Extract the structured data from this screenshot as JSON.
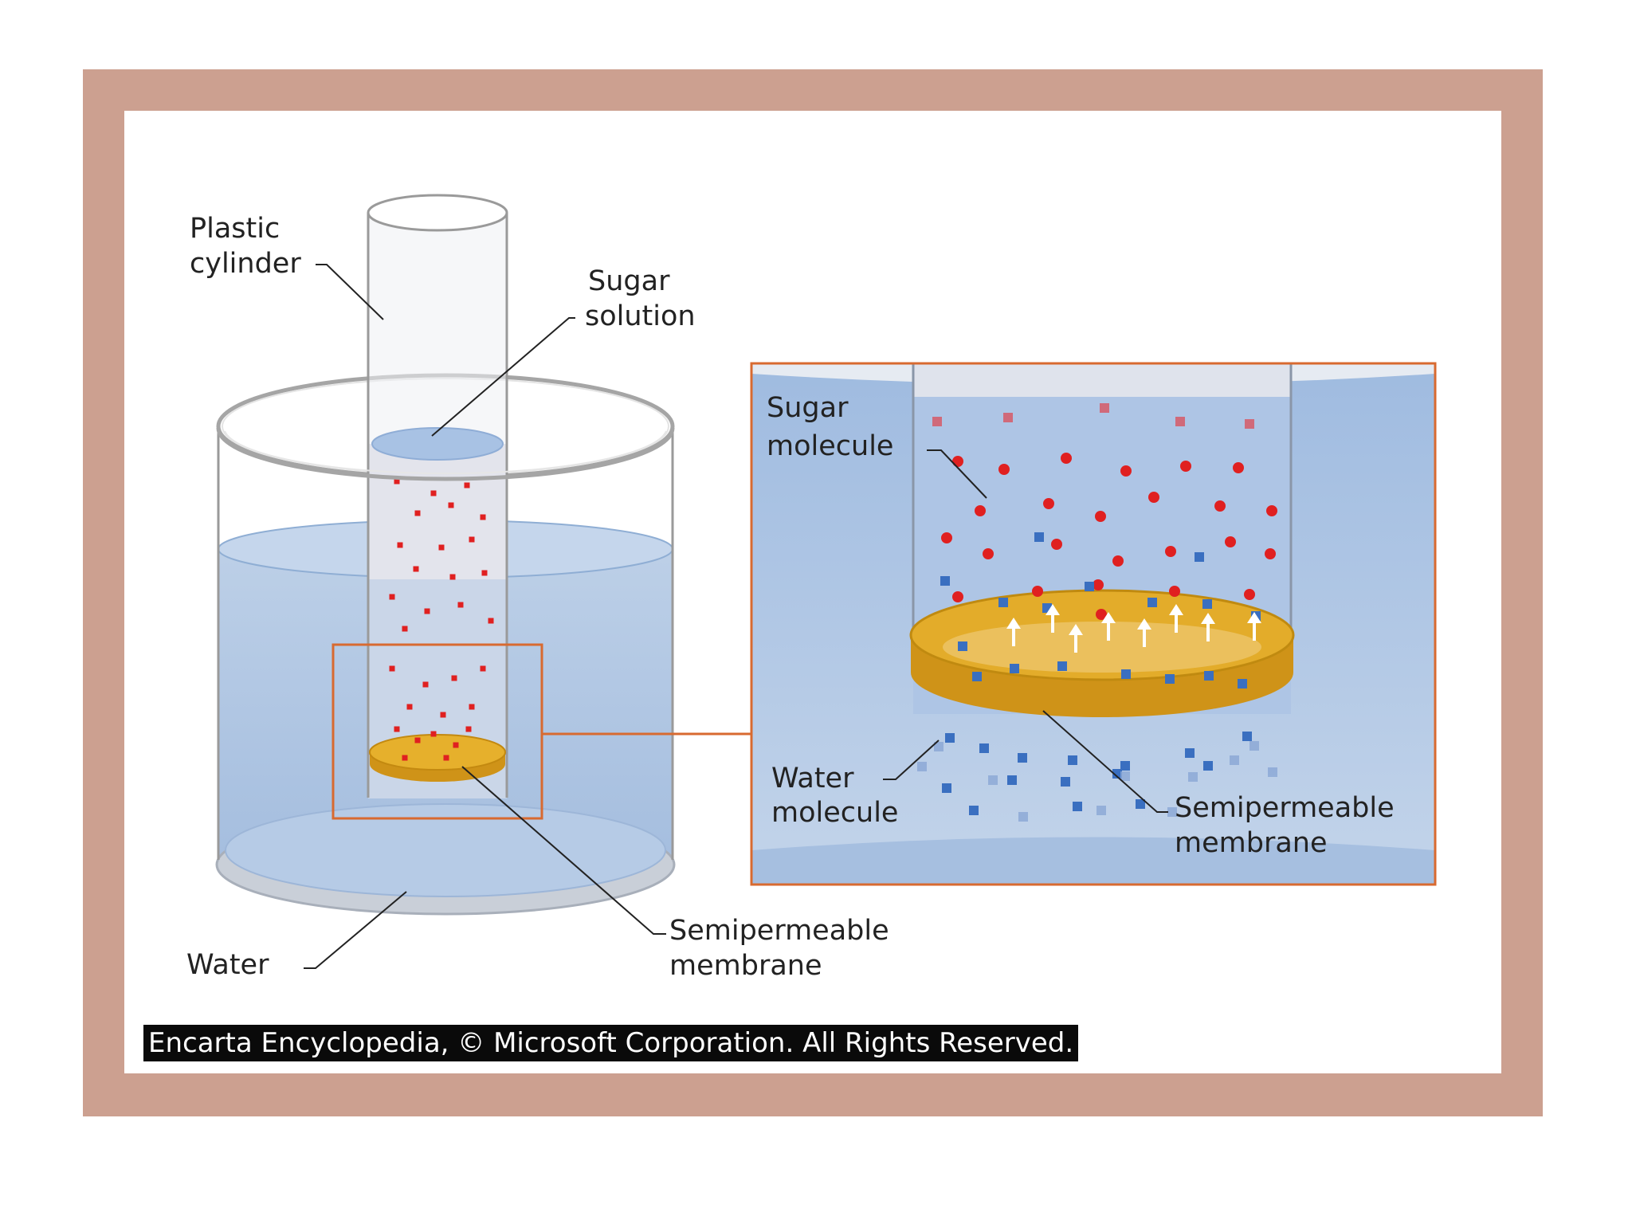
{
  "labels": {
    "plastic_cylinder_line1": "Plastic",
    "plastic_cylinder_line2": "cylinder",
    "sugar_solution_line1": "Sugar",
    "sugar_solution_line2": "solution",
    "water": "Water",
    "semipermeable_line1": "Semipermeable",
    "semipermeable_line2": "membrane"
  },
  "inset": {
    "sugar_molecule_line1": "Sugar",
    "sugar_molecule_line2": "molecule",
    "water_molecule_line1": "Water",
    "water_molecule_line2": "molecule",
    "semipermeable_line1": "Semipermeable",
    "semipermeable_line2": "membrane"
  },
  "credit": "Encarta Encyclopedia, © Microsoft Corporation. All Rights Reserved.",
  "colors": {
    "frame": "#cca090",
    "water": "#a8c0de",
    "sugar_dot": "#e02020",
    "water_dot": "#3a6fc0",
    "membrane": "#d8a020",
    "highlight_box": "#d86a30"
  }
}
